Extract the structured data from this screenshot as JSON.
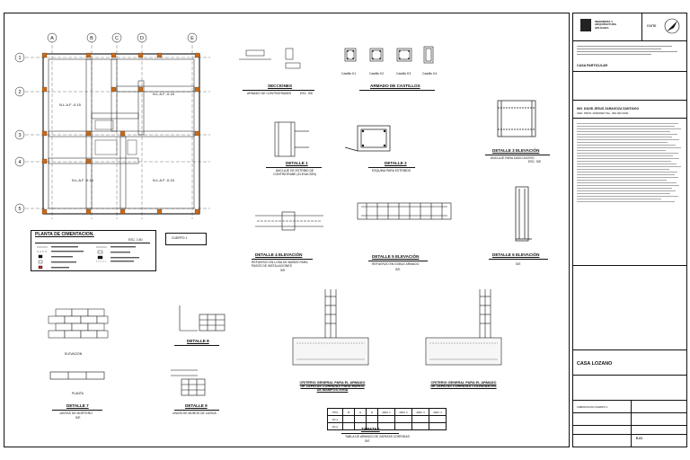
{
  "plan": {
    "axes_letters": [
      "A",
      "B",
      "C",
      "D",
      "E"
    ],
    "axes_numbers": [
      "1",
      "2",
      "3",
      "4",
      "5"
    ],
    "rooms": [
      "N.L.A.F -0.15",
      "N.L.A.F -0.15",
      "N.L.A.F -0.15",
      "N.L.A.F -0.15"
    ],
    "legend_title": "PLANTA DE CIMENTACION.",
    "legend_scale": "ESC. 1:50",
    "legend_body": "CUERPO 1"
  },
  "details": {
    "secciones": {
      "title": "SECCIONES",
      "caption": "ARMADO DE CONTRATRABES",
      "scale": "ESC. S/E"
    },
    "castillos": {
      "title": "ARMADO DE CASTILLOS",
      "labels": [
        "Castillo K1",
        "Castillo K2",
        "Castillo K3",
        "Castillo K4"
      ]
    },
    "detalle1": {
      "title": "DETALLE 1",
      "caption": "ANCLAJE DE ESTRIBO DE CONTRATRABE (ELEVACIÓN)"
    },
    "detalle2": {
      "title": "DETALLE 2",
      "caption": "ESQUINA PARA ESTRIBOS"
    },
    "detalle3": {
      "title": "DETALLE 3 ELEVACIÓN",
      "caption": "ANCLAJE PARA DADO ACERO",
      "scale": "ESC. S/E"
    },
    "detalle4": {
      "title": "DETALLE 4 ELEVACIÓN",
      "caption": "REFUERZO EN LOSA DE BAÑOS PARA PASOS DE INSTALACIONES",
      "scale": "S/E"
    },
    "detalle5": {
      "title": "DETALLE 5 ELEVACIÓN",
      "caption": "REFUERZO EN DOBLE ARMADO",
      "scale": "S/E"
    },
    "detalle6": {
      "title": "DETALLE 6 ELEVACIÓN",
      "caption": "",
      "scale": "S/E"
    },
    "elevacion": {
      "title": "ELEVACIÓN"
    },
    "detalle8": {
      "title": "DETALLE 8"
    },
    "planta": {
      "title": "PLANTA"
    },
    "detalle7": {
      "title": "DETALLE 7",
      "caption": "JUNTAS DE MORTERO",
      "scale": "S/E"
    },
    "detalle9": {
      "title": "DETALLE 9",
      "caption": "UNION DE MUROS DE CARGA"
    },
    "criterio_a": {
      "title": "CRITERIO GENERAL PARA EL ARMADO DE ZAPATAS CORRIDAS PARA MUROS DE MAMPOSTERIA"
    },
    "criterio_b": {
      "title": "CRITERIO GENERAL PARA EL ARMADO DE ZAPATAS CORRIDAS COLINDANTES"
    },
    "zapatas": {
      "title": "ZAPATAS",
      "caption": "TABLA DE ARMADO DE ZAPATAS CORRIDAS",
      "scale": "S/E",
      "headers": [
        "TIPO",
        "B",
        "H",
        "D",
        "ARM. 1",
        "ARM. 2",
        "ARM. 3",
        "ARM. 4"
      ],
      "rows": [
        [
          "ZC-1",
          "",
          "",
          "",
          "",
          "",
          "",
          ""
        ],
        [
          "ZC-2",
          "",
          "",
          "",
          "",
          "",
          "",
          ""
        ]
      ]
    }
  },
  "title_block": {
    "firm": "INGENIERIA Y ARQUITECTURA APLICADA",
    "north": "norte",
    "project_label": "CASA PARTICULAR",
    "engineer": "ING. DAVID JESUS ZARAGOZA SANTIAGO",
    "cedula": "CED. PROF. 00000000   TEL. 000 000 0000",
    "owner": "CASA LOZANO",
    "sheet_name": "CIMENTACION CUERPO 1",
    "sheet_code": "E-01"
  }
}
